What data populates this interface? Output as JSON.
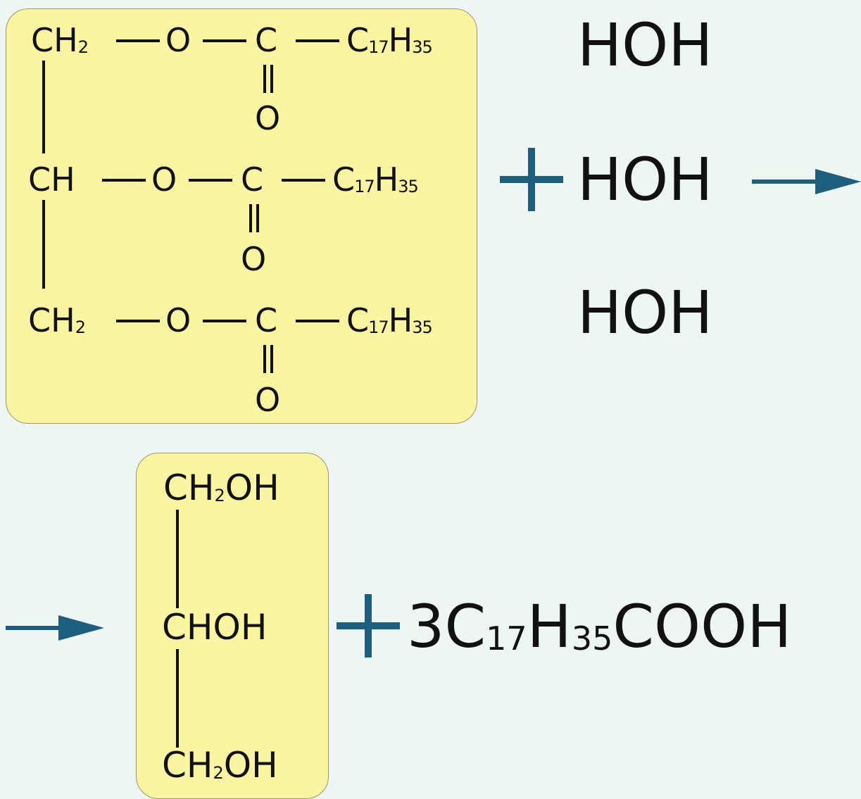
{
  "reactant": {
    "rows": [
      {
        "left": "CH",
        "left_sub": "2",
        "o": "O",
        "c": "C",
        "r": "C",
        "r_sub1": "17",
        "r_h": "H",
        "r_sub2": "35",
        "carbonyl_o": "O"
      },
      {
        "left": "CH",
        "left_sub": "",
        "o": "O",
        "c": "C",
        "r": "C",
        "r_sub1": "17",
        "r_h": "H",
        "r_sub2": "35",
        "carbonyl_o": "O"
      },
      {
        "left": "CH",
        "left_sub": "2",
        "o": "O",
        "c": "C",
        "r": "C",
        "r_sub1": "17",
        "r_h": "H",
        "r_sub2": "35",
        "carbonyl_o": "O"
      }
    ]
  },
  "water": [
    "HOH",
    "HOH",
    "HOH"
  ],
  "glycerol": {
    "top": {
      "a": "CH",
      "sub": "2",
      "b": "OH"
    },
    "middle": "CHOH",
    "bottom": {
      "a": "CH",
      "sub": "2",
      "b": "OH"
    }
  },
  "acid": {
    "coef": "3C",
    "sub1": "17",
    "h": "H",
    "sub2": "35",
    "tail": "COOH"
  },
  "colors": {
    "box_fill": "#fbf5a3",
    "box_border": "#9c9a62",
    "accent": "#1e5f7e",
    "background": "#eef5f5"
  }
}
